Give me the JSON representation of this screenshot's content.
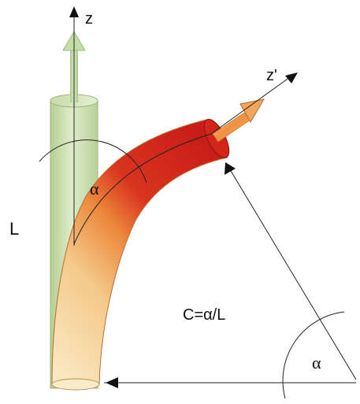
{
  "labels": {
    "z_axis": "z",
    "z_prime_axis": "z'",
    "alpha_top": "α",
    "length": "L",
    "curvature": "C=α/L",
    "alpha_bottom": "α"
  },
  "colors": {
    "straight_cylinder": "#c9dcaa",
    "straight_cylinder_edge": "#8fae6c",
    "bent_tube_base": "#f7dfb0",
    "bent_tube_mid": "#ef9a45",
    "bent_tube_tip": "#d8261c",
    "z_arrow": "#b9d49a",
    "z_prime_arrow": "#f0a45a",
    "lines": "#222222"
  },
  "icons": {
    "straight_cylinder": "vertical-cylinder",
    "bent_tube": "curved-tube",
    "z_arrow": "up-arrow-3d",
    "z_prime_arrow": "diagonal-arrow-3d"
  }
}
